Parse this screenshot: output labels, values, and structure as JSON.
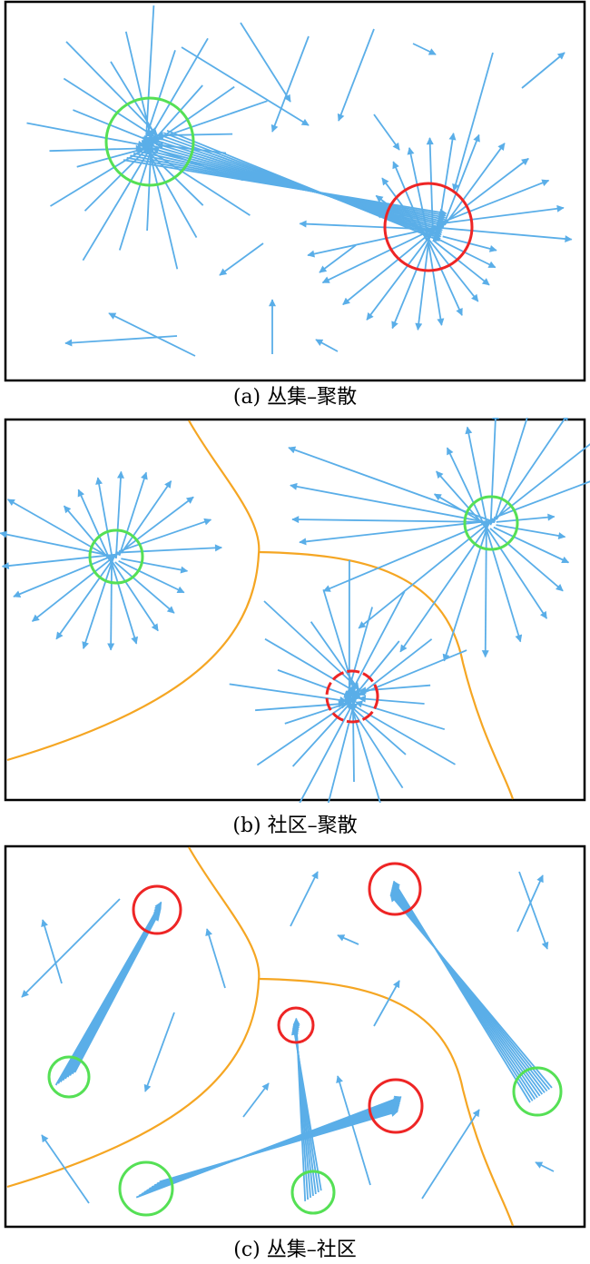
{
  "colors": {
    "arrow": "#5aaee8",
    "source_circle": "#55e055",
    "sink_circle": "#ee2525",
    "boundary": "#f5a623",
    "frame": "#000000"
  },
  "panels": [
    {
      "id": "a",
      "caption": "(a) 丛集–聚散"
    },
    {
      "id": "b",
      "caption": "(b) 社区–聚散"
    },
    {
      "id": "c",
      "caption": "(c) 丛集–社区"
    }
  ]
}
